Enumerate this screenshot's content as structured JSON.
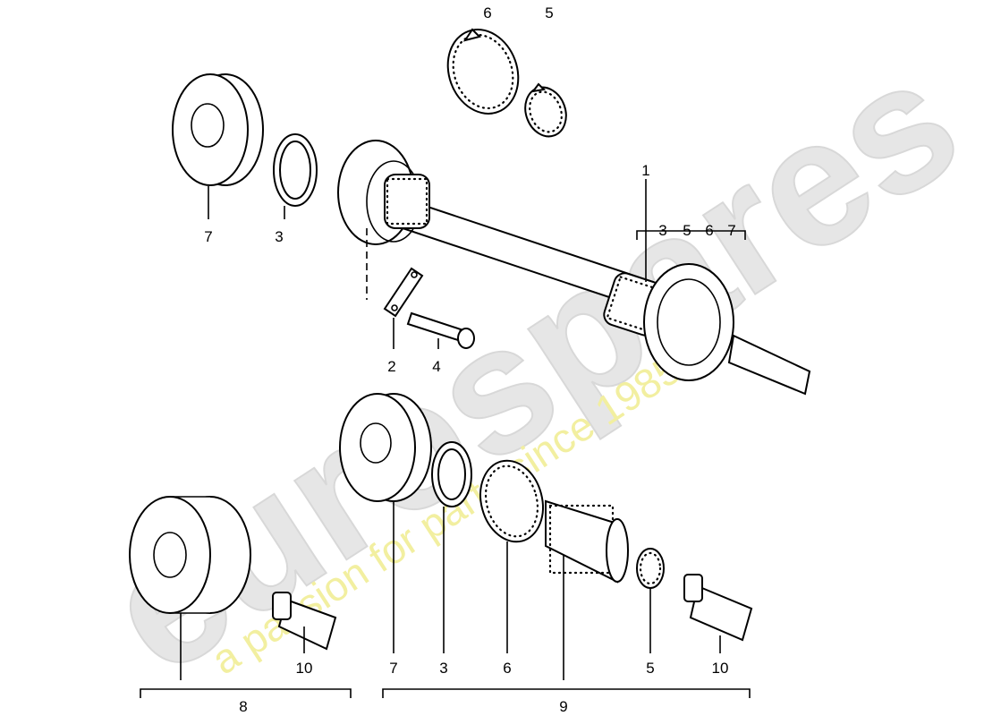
{
  "watermark": {
    "brand": "eurospares",
    "tagline": "a passion for parts since 1985"
  },
  "labels": {
    "clamp_top_6": "6",
    "clamp_top_5": "5",
    "flange_top_7": "7",
    "ring_top_3": "3",
    "shaft_1": "1",
    "shaft_sub": [
      "3",
      "5",
      "6",
      "7"
    ],
    "washer_2": "2",
    "bolt_4": "4",
    "bottom_items": [
      "10",
      "7",
      "3",
      "6",
      "5",
      "10"
    ],
    "group_8": "8",
    "group_9": "9"
  }
}
